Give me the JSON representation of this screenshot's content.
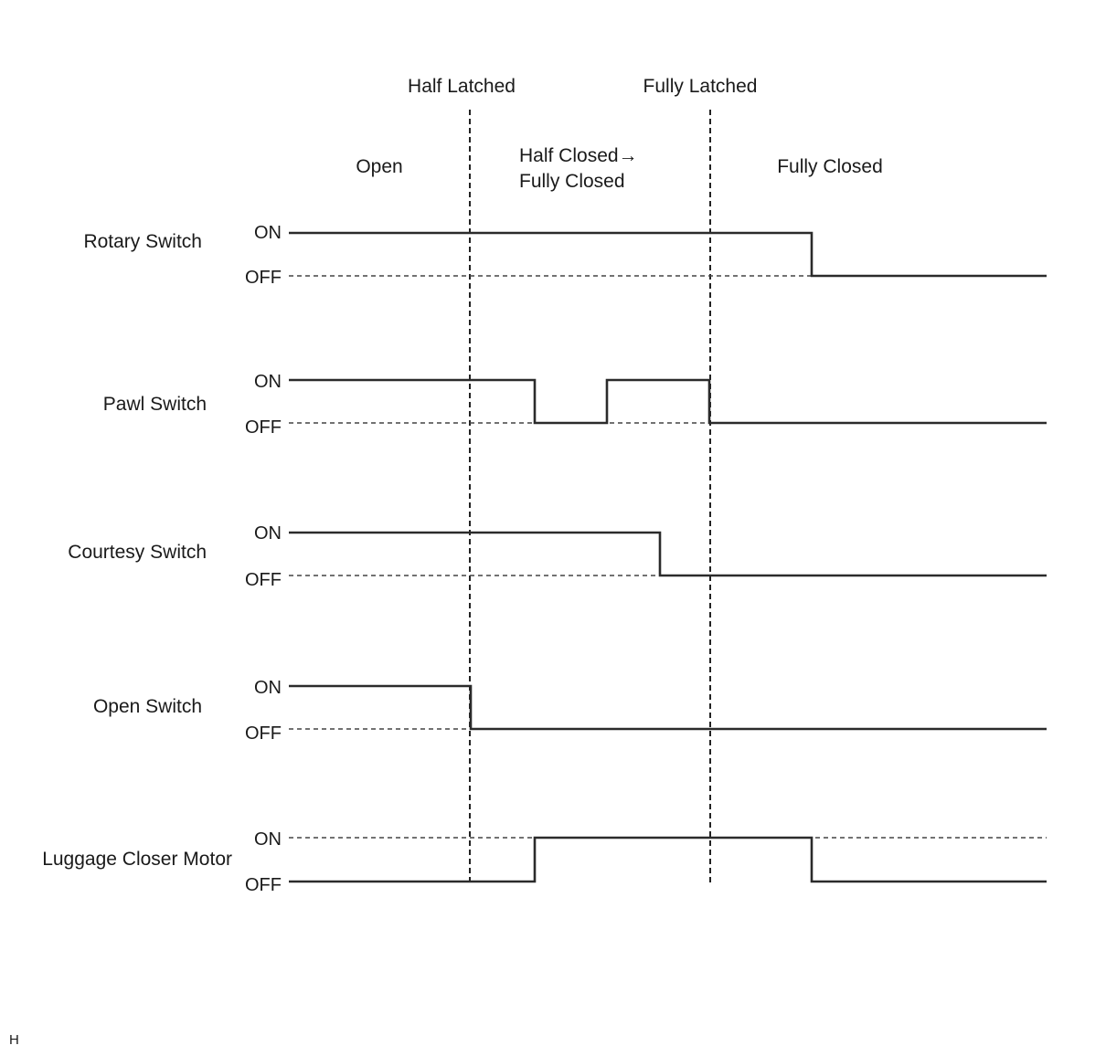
{
  "timeline": {
    "markers": [
      {
        "id": "half-latched",
        "label": "Half Latched"
      },
      {
        "id": "fully-latched",
        "label": "Fully Latched"
      }
    ],
    "phases": [
      {
        "id": "open",
        "lines": [
          "Open"
        ]
      },
      {
        "id": "half-closed",
        "lines": [
          "Half Closed→",
          "Fully Closed"
        ]
      },
      {
        "id": "fully-closed",
        "lines": [
          "Fully Closed"
        ]
      }
    ]
  },
  "level_labels": {
    "on": "ON",
    "off": "OFF"
  },
  "signals": [
    {
      "id": "rotary-switch",
      "label": "Rotary Switch",
      "initial": 1,
      "transitions": [
        0.69
      ]
    },
    {
      "id": "pawl-switch",
      "label": "Pawl Switch",
      "initial": 1,
      "transitions": [
        0.325,
        0.42,
        0.555
      ]
    },
    {
      "id": "courtesy-switch",
      "label": "Courtesy Switch",
      "initial": 1,
      "transitions": [
        0.49
      ]
    },
    {
      "id": "open-switch",
      "label": "Open Switch",
      "initial": 1,
      "transitions": [
        0.24
      ]
    },
    {
      "id": "luggage-closer-motor",
      "label": "Luggage Closer Motor",
      "initial": 0,
      "transitions": [
        0.325,
        0.69
      ]
    }
  ],
  "footer_note": "H"
}
